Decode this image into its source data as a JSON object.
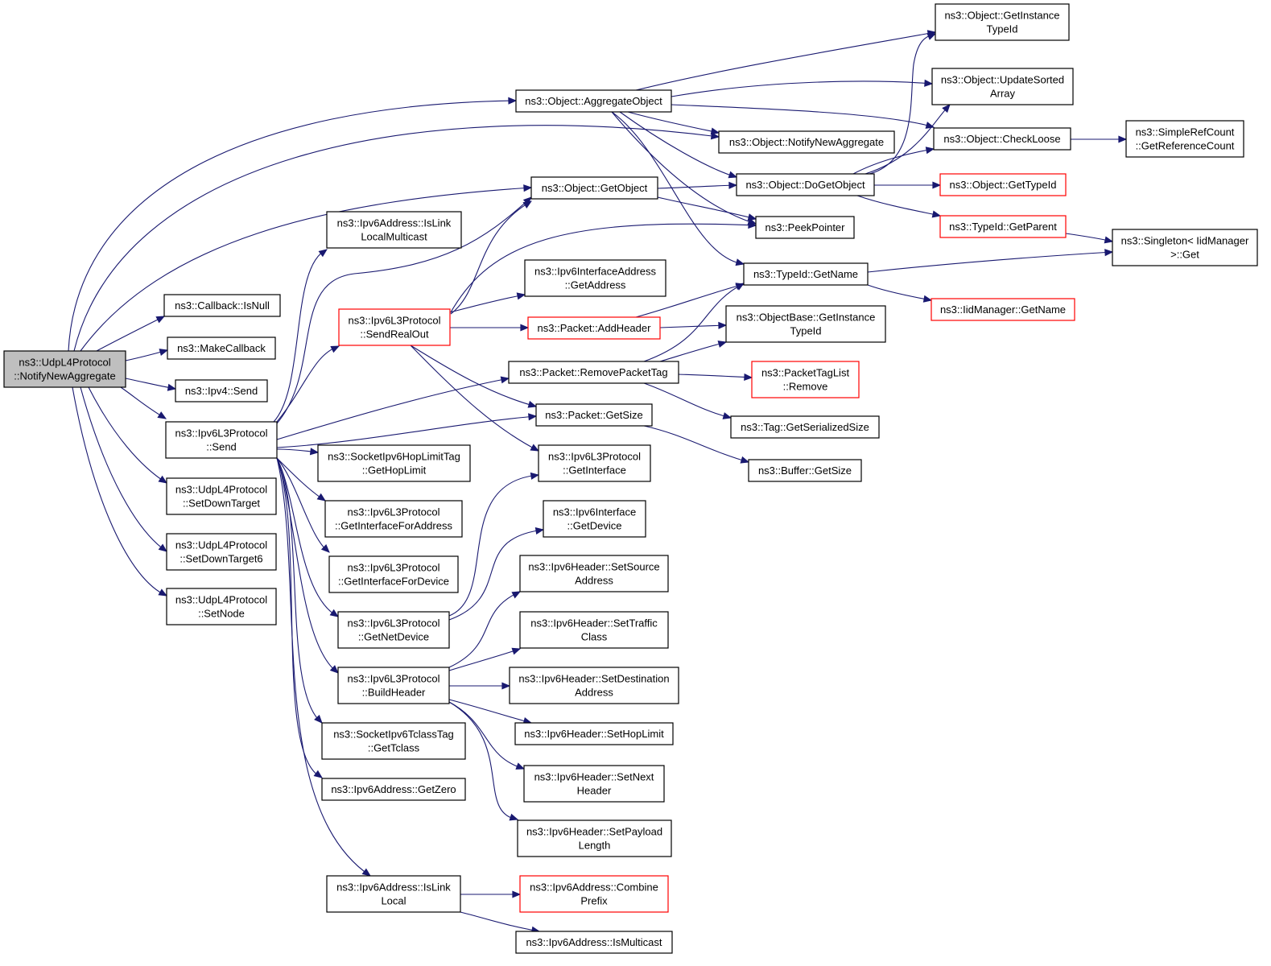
{
  "graph": {
    "title": "",
    "colors": {
      "edge": "#191970",
      "node_border": "#000000",
      "node_border_external": "#ff0000",
      "root_fill": "#bfbfbf",
      "node_fill": "#ffffff"
    },
    "nodes": [
      {
        "id": "n0",
        "lines": [
          "ns3::UdpL4Protocol",
          "::NotifyNewAggregate"
        ],
        "style": "root"
      },
      {
        "id": "n1",
        "lines": [
          "ns3::Object::AggregateObject"
        ],
        "style": "normal"
      },
      {
        "id": "n2",
        "lines": [
          "ns3::Object::GetInstance",
          "TypeId"
        ],
        "style": "normal"
      },
      {
        "id": "n3",
        "lines": [
          "ns3::Object::UpdateSorted",
          "Array"
        ],
        "style": "normal"
      },
      {
        "id": "n4",
        "lines": [
          "ns3::Object::CheckLoose"
        ],
        "style": "normal"
      },
      {
        "id": "n5",
        "lines": [
          "ns3::SimpleRefCount",
          "::GetReferenceCount"
        ],
        "style": "normal"
      },
      {
        "id": "n6",
        "lines": [
          "ns3::Object::NotifyNewAggregate"
        ],
        "style": "normal"
      },
      {
        "id": "n7",
        "lines": [
          "ns3::Object::DoGetObject"
        ],
        "style": "normal"
      },
      {
        "id": "n8",
        "lines": [
          "ns3::Object::GetTypeId"
        ],
        "style": "red"
      },
      {
        "id": "n9",
        "lines": [
          "ns3::TypeId::GetParent"
        ],
        "style": "red"
      },
      {
        "id": "n10",
        "lines": [
          "ns3::Singleton< IidManager",
          ">::Get"
        ],
        "style": "normal"
      },
      {
        "id": "n11",
        "lines": [
          "ns3::Object::GetObject"
        ],
        "style": "normal"
      },
      {
        "id": "n12",
        "lines": [
          "ns3::PeekPointer"
        ],
        "style": "normal"
      },
      {
        "id": "n13",
        "lines": [
          "ns3::TypeId::GetName"
        ],
        "style": "normal"
      },
      {
        "id": "n14",
        "lines": [
          "ns3::IidManager::GetName"
        ],
        "style": "red"
      },
      {
        "id": "n15",
        "lines": [
          "ns3::Callback::IsNull"
        ],
        "style": "normal"
      },
      {
        "id": "n16",
        "lines": [
          "ns3::MakeCallback"
        ],
        "style": "normal"
      },
      {
        "id": "n17",
        "lines": [
          "ns3::Ipv4::Send"
        ],
        "style": "normal"
      },
      {
        "id": "n18",
        "lines": [
          "ns3::Ipv6L3Protocol",
          "::Send"
        ],
        "style": "normal"
      },
      {
        "id": "n19",
        "lines": [
          "ns3::UdpL4Protocol",
          "::SetDownTarget"
        ],
        "style": "normal"
      },
      {
        "id": "n20",
        "lines": [
          "ns3::UdpL4Protocol",
          "::SetDownTarget6"
        ],
        "style": "normal"
      },
      {
        "id": "n21",
        "lines": [
          "ns3::UdpL4Protocol",
          "::SetNode"
        ],
        "style": "normal"
      },
      {
        "id": "n22",
        "lines": [
          "ns3::Ipv6Address::IsLink",
          "LocalMulticast"
        ],
        "style": "normal"
      },
      {
        "id": "n23",
        "lines": [
          "ns3::Ipv6L3Protocol",
          "::SendRealOut"
        ],
        "style": "red"
      },
      {
        "id": "n24",
        "lines": [
          "ns3::Ipv6InterfaceAddress",
          "::GetAddress"
        ],
        "style": "normal"
      },
      {
        "id": "n25",
        "lines": [
          "ns3::Packet::AddHeader"
        ],
        "style": "red"
      },
      {
        "id": "n26",
        "lines": [
          "ns3::ObjectBase::GetInstance",
          "TypeId"
        ],
        "style": "normal"
      },
      {
        "id": "n27",
        "lines": [
          "ns3::Packet::RemovePacketTag"
        ],
        "style": "normal"
      },
      {
        "id": "n28",
        "lines": [
          "ns3::PacketTagList",
          "::Remove"
        ],
        "style": "red"
      },
      {
        "id": "n29",
        "lines": [
          "ns3::Tag::GetSerializedSize"
        ],
        "style": "normal"
      },
      {
        "id": "n30",
        "lines": [
          "ns3::Packet::GetSize"
        ],
        "style": "normal"
      },
      {
        "id": "n31",
        "lines": [
          "ns3::Buffer::GetSize"
        ],
        "style": "normal"
      },
      {
        "id": "n32",
        "lines": [
          "ns3::SocketIpv6HopLimitTag",
          "::GetHopLimit"
        ],
        "style": "normal"
      },
      {
        "id": "n33",
        "lines": [
          "ns3::Ipv6L3Protocol",
          "::GetInterface"
        ],
        "style": "normal"
      },
      {
        "id": "n34",
        "lines": [
          "ns3::Ipv6L3Protocol",
          "::GetInterfaceForAddress"
        ],
        "style": "normal"
      },
      {
        "id": "n35",
        "lines": [
          "ns3::Ipv6Interface",
          "::GetDevice"
        ],
        "style": "normal"
      },
      {
        "id": "n36",
        "lines": [
          "ns3::Ipv6L3Protocol",
          "::GetInterfaceForDevice"
        ],
        "style": "normal"
      },
      {
        "id": "n37",
        "lines": [
          "ns3::Ipv6Header::SetSource",
          "Address"
        ],
        "style": "normal"
      },
      {
        "id": "n38",
        "lines": [
          "ns3::Ipv6L3Protocol",
          "::GetNetDevice"
        ],
        "style": "normal"
      },
      {
        "id": "n39",
        "lines": [
          "ns3::Ipv6Header::SetTraffic",
          "Class"
        ],
        "style": "normal"
      },
      {
        "id": "n40",
        "lines": [
          "ns3::Ipv6L3Protocol",
          "::BuildHeader"
        ],
        "style": "normal"
      },
      {
        "id": "n41",
        "lines": [
          "ns3::Ipv6Header::SetDestination",
          "Address"
        ],
        "style": "normal"
      },
      {
        "id": "n42",
        "lines": [
          "ns3::Ipv6Header::SetHopLimit"
        ],
        "style": "normal"
      },
      {
        "id": "n43",
        "lines": [
          "ns3::SocketIpv6TclassTag",
          "::GetTclass"
        ],
        "style": "normal"
      },
      {
        "id": "n44",
        "lines": [
          "ns3::Ipv6Header::SetNext",
          "Header"
        ],
        "style": "normal"
      },
      {
        "id": "n45",
        "lines": [
          "ns3::Ipv6Address::GetZero"
        ],
        "style": "normal"
      },
      {
        "id": "n46",
        "lines": [
          "ns3::Ipv6Header::SetPayload",
          "Length"
        ],
        "style": "normal"
      },
      {
        "id": "n47",
        "lines": [
          "ns3::Ipv6Address::IsLink",
          "Local"
        ],
        "style": "normal"
      },
      {
        "id": "n48",
        "lines": [
          "ns3::Ipv6Address::Combine",
          "Prefix"
        ],
        "style": "red"
      },
      {
        "id": "n49",
        "lines": [
          "ns3::Ipv6Address::IsMulticast"
        ],
        "style": "normal"
      }
    ],
    "edges": [
      [
        "n0",
        "n1"
      ],
      [
        "n0",
        "n6"
      ],
      [
        "n0",
        "n11"
      ],
      [
        "n0",
        "n15"
      ],
      [
        "n0",
        "n16"
      ],
      [
        "n0",
        "n17"
      ],
      [
        "n0",
        "n18"
      ],
      [
        "n0",
        "n19"
      ],
      [
        "n0",
        "n20"
      ],
      [
        "n0",
        "n21"
      ],
      [
        "n1",
        "n2"
      ],
      [
        "n1",
        "n3"
      ],
      [
        "n1",
        "n4"
      ],
      [
        "n1",
        "n6"
      ],
      [
        "n1",
        "n7"
      ],
      [
        "n1",
        "n12"
      ],
      [
        "n1",
        "n13"
      ],
      [
        "n4",
        "n5"
      ],
      [
        "n7",
        "n2"
      ],
      [
        "n7",
        "n3"
      ],
      [
        "n7",
        "n4"
      ],
      [
        "n7",
        "n8"
      ],
      [
        "n7",
        "n9"
      ],
      [
        "n9",
        "n10"
      ],
      [
        "n11",
        "n7"
      ],
      [
        "n11",
        "n12"
      ],
      [
        "n13",
        "n10"
      ],
      [
        "n13",
        "n14"
      ],
      [
        "n18",
        "n22"
      ],
      [
        "n18",
        "n23"
      ],
      [
        "n18",
        "n11"
      ],
      [
        "n18",
        "n27"
      ],
      [
        "n18",
        "n30"
      ],
      [
        "n18",
        "n32"
      ],
      [
        "n18",
        "n34"
      ],
      [
        "n18",
        "n36"
      ],
      [
        "n18",
        "n38"
      ],
      [
        "n18",
        "n40"
      ],
      [
        "n18",
        "n43"
      ],
      [
        "n18",
        "n45"
      ],
      [
        "n18",
        "n47"
      ],
      [
        "n23",
        "n11"
      ],
      [
        "n23",
        "n12"
      ],
      [
        "n23",
        "n24"
      ],
      [
        "n23",
        "n25"
      ],
      [
        "n23",
        "n30"
      ],
      [
        "n23",
        "n33"
      ],
      [
        "n25",
        "n13"
      ],
      [
        "n25",
        "n26"
      ],
      [
        "n27",
        "n13"
      ],
      [
        "n27",
        "n26"
      ],
      [
        "n27",
        "n28"
      ],
      [
        "n27",
        "n29"
      ],
      [
        "n30",
        "n31"
      ],
      [
        "n38",
        "n33"
      ],
      [
        "n38",
        "n35"
      ],
      [
        "n40",
        "n37"
      ],
      [
        "n40",
        "n39"
      ],
      [
        "n40",
        "n41"
      ],
      [
        "n40",
        "n42"
      ],
      [
        "n40",
        "n44"
      ],
      [
        "n40",
        "n46"
      ],
      [
        "n47",
        "n48"
      ],
      [
        "n47",
        "n49"
      ]
    ]
  }
}
